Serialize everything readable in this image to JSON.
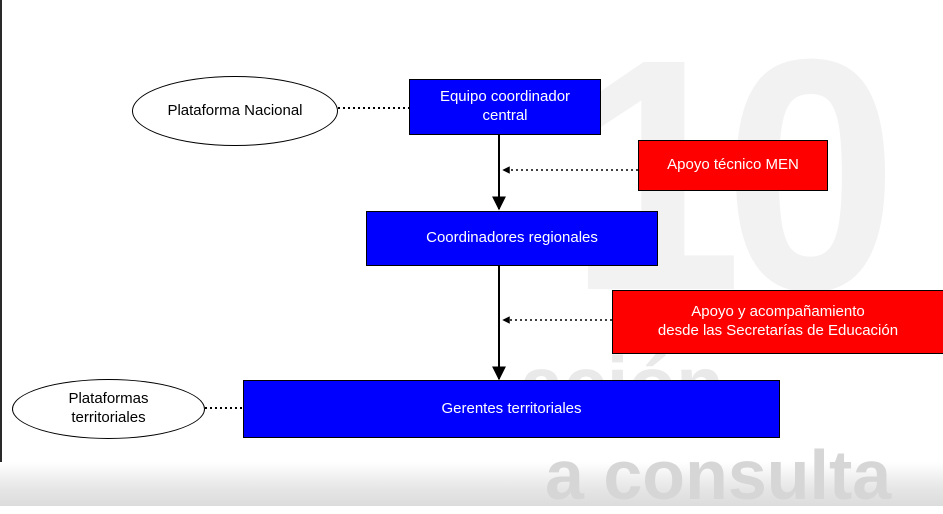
{
  "colors": {
    "box_blue": "#0000ff",
    "box_red": "#ff0000",
    "text_light": "#ffffff",
    "connector": "#000000"
  },
  "nodes": {
    "plataforma_nacional": "Plataforma Nacional",
    "equipo_coordinador": "Equipo coordinador\ncentral",
    "apoyo_tecnico": "Apoyo técnico MEN",
    "coordinadores_regionales": "Coordinadores regionales",
    "apoyo_acompanamiento": "Apoyo y acompañamiento\ndesde las Secretarías de Educación",
    "plataformas_territoriales": "Plataformas\nterritoriales",
    "gerentes_territoriales": "Gerentes territoriales"
  },
  "edges": [
    {
      "from": "plataforma_nacional",
      "to": "equipo_coordinador",
      "style": "dotted"
    },
    {
      "from": "equipo_coordinador",
      "to": "coordinadores_regionales",
      "style": "solid-arrow"
    },
    {
      "from": "apoyo_tecnico",
      "to": "equipo_coordinador-coordinadores_regionales",
      "style": "dotted-arrow"
    },
    {
      "from": "coordinadores_regionales",
      "to": "gerentes_territoriales",
      "style": "solid-arrow"
    },
    {
      "from": "apoyo_acompanamiento",
      "to": "coordinadores_regionales-gerentes_territoriales",
      "style": "dotted-arrow"
    },
    {
      "from": "plataformas_territoriales",
      "to": "gerentes_territoriales",
      "style": "dotted"
    }
  ],
  "watermark": {
    "number": "10",
    "line1": "ación",
    "line2": "a consulta"
  }
}
